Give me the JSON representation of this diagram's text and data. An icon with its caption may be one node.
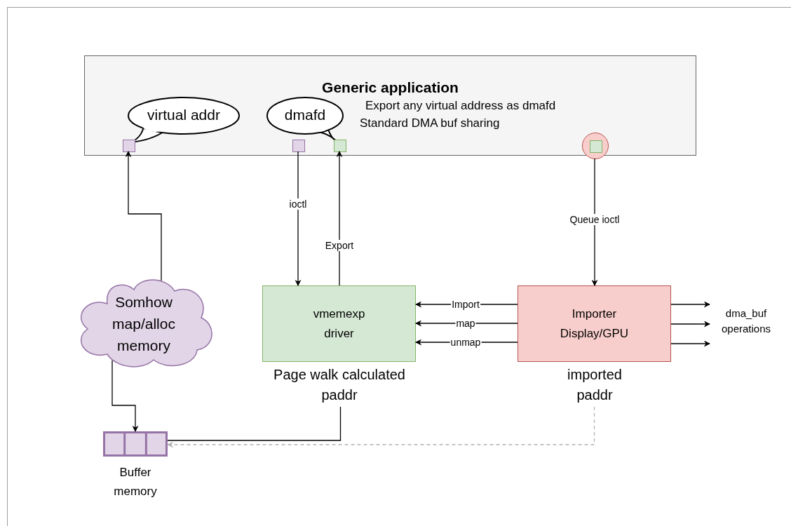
{
  "diagram": {
    "nodes": [
      {
        "text": [
          "Generic application",
          "Export any virtual address as dmafd Standard DMA buf sharing"
        ]
      },
      {
        "text": [
          "virtual addr"
        ],
        "in": 0
      },
      {
        "text": [
          "dmafd"
        ],
        "in": 0
      },
      {
        "text": [],
        "shape": "box",
        "in": 0
      },
      {
        "text": [],
        "shape": "box",
        "in": 0
      },
      {
        "text": [],
        "shape": "box",
        "in": 0
      },
      {
        "text": [],
        "shape": "circle",
        "in": 0
      },
      {
        "text": [],
        "shape": "box",
        "in": 6
      },
      {
        "text": [
          "Somhow map/alloc memory"
        ]
      },
      {
        "text": [
          "vmemexp driver"
        ],
        "beside": [
          "Page walk calculated paddr"
        ]
      },
      {
        "text": [
          "Importer Display/GPU"
        ],
        "beside": [
          "imported paddr"
        ]
      },
      {
        "text": [],
        "shape": "bar",
        "beside": [
          "Buffer memory"
        ]
      },
      {
        "text": [
          "dma_buf operations"
        ]
      }
    ],
    "edges": [
      {
        "from": 8,
        "to": 3,
        "arrow": "to"
      },
      {
        "from": 4,
        "to": 9,
        "arrow": "to",
        "label": "ioctl"
      },
      {
        "from": 9,
        "to": 5,
        "arrow": "to",
        "label": "Export"
      },
      {
        "from": 6,
        "to": 10,
        "arrow": "to",
        "label": "Queue ioctl"
      },
      {
        "from": 10,
        "to": 9,
        "arrow": "to",
        "label": "Import"
      },
      {
        "from": 10,
        "to": 9,
        "arrow": "to",
        "label": "map"
      },
      {
        "from": 10,
        "to": 9,
        "arrow": "to",
        "label": "unmap"
      },
      {
        "from": 10,
        "to": 12,
        "arrow": "to"
      },
      {
        "from": 10,
        "to": 12,
        "arrow": "to"
      },
      {
        "from": 10,
        "to": 12,
        "arrow": "to"
      },
      {
        "from": 8,
        "to": 11,
        "arrow": "to"
      },
      {
        "from": 9,
        "to": 11,
        "arrow": "none"
      },
      {
        "from": 10,
        "to": 11,
        "arrow": "to",
        "style": "dashed",
        "color": "#b3b3b3"
      }
    ]
  }
}
